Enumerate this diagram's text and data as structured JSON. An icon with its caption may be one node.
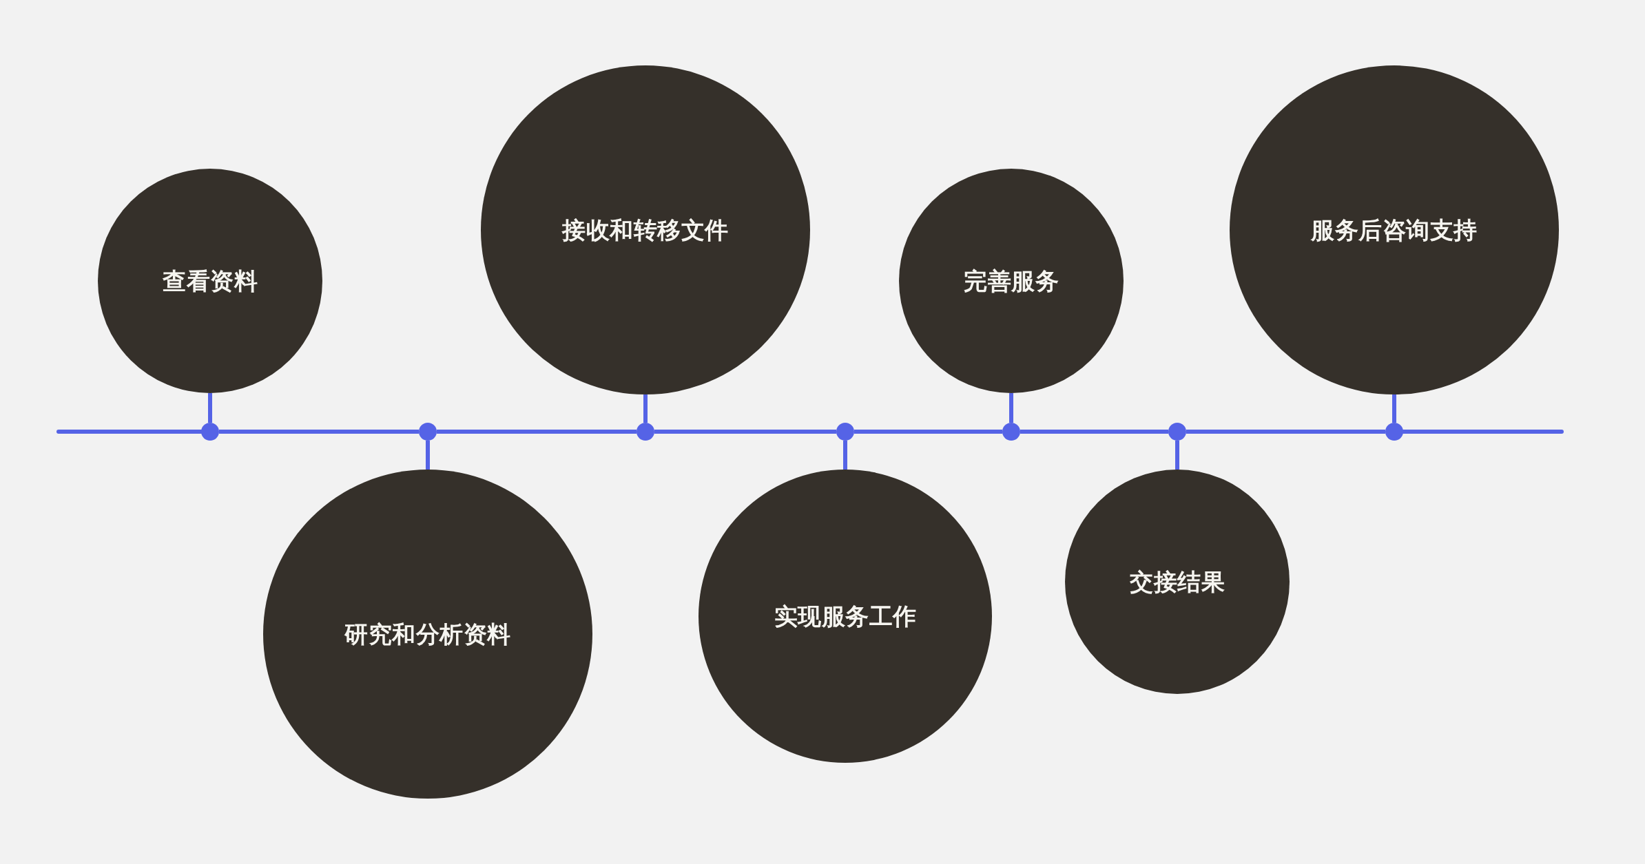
{
  "diagram": {
    "nodes": [
      {
        "text": [
          "查看资料"
        ]
      },
      {
        "text": [
          "研究和分析资料"
        ]
      },
      {
        "text": [
          "接收和转移文件"
        ]
      },
      {
        "text": [
          "实现服务工作"
        ]
      },
      {
        "text": [
          "完善服务"
        ]
      },
      {
        "text": [
          "交接结果"
        ]
      },
      {
        "text": [
          "服务后咨询支持"
        ]
      },
      {
        "text": [],
        "shape": "circle"
      },
      {
        "text": [],
        "shape": "circle"
      },
      {
        "text": [],
        "shape": "circle"
      },
      {
        "text": [],
        "shape": "circle"
      },
      {
        "text": [],
        "shape": "circle"
      },
      {
        "text": [],
        "shape": "circle"
      },
      {
        "text": [],
        "shape": "circle"
      }
    ],
    "edges": [
      {
        "from": 0,
        "to": 7,
        "arrow": "none"
      },
      {
        "from": 1,
        "to": 8,
        "arrow": "none"
      },
      {
        "from": 2,
        "to": 9,
        "arrow": "none"
      },
      {
        "from": 3,
        "to": 10,
        "arrow": "none"
      },
      {
        "from": 4,
        "to": 11,
        "arrow": "none"
      },
      {
        "from": 5,
        "to": 12,
        "arrow": "none"
      },
      {
        "from": 6,
        "to": 13,
        "arrow": "none"
      },
      {
        "from": null,
        "to": 7,
        "arrow": "none"
      },
      {
        "from": 7,
        "to": 8,
        "arrow": "none"
      },
      {
        "from": 8,
        "to": 9,
        "arrow": "none"
      },
      {
        "from": 9,
        "to": 10,
        "arrow": "none"
      },
      {
        "from": 10,
        "to": 11,
        "arrow": "none"
      },
      {
        "from": 11,
        "to": 12,
        "arrow": "none"
      },
      {
        "from": 12,
        "to": 13,
        "arrow": "none"
      },
      {
        "from": 13,
        "to": null,
        "arrow": "none"
      }
    ]
  }
}
